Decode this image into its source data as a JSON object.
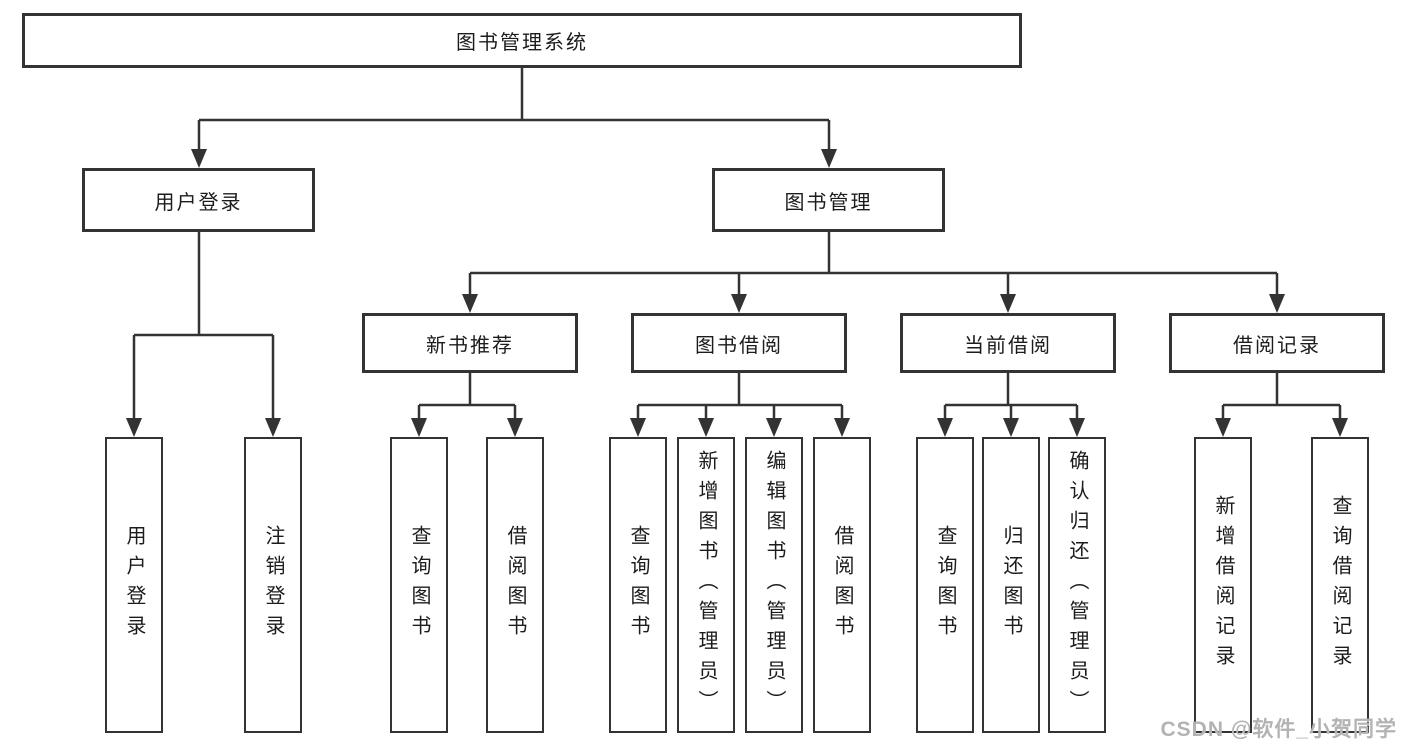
{
  "diagram": {
    "root": {
      "label": "图书管理系统"
    },
    "branches": [
      {
        "label": "用户登录",
        "children": [
          {
            "label": "用户登录"
          },
          {
            "label": "注销登录"
          }
        ]
      },
      {
        "label": "图书管理",
        "children": [
          {
            "label": "新书推荐",
            "children": [
              {
                "label": "查询图书"
              },
              {
                "label": "借阅图书"
              }
            ]
          },
          {
            "label": "图书借阅",
            "children": [
              {
                "label": "查询图书"
              },
              {
                "label": "新增图书（管理员）"
              },
              {
                "label": "编辑图书（管理员）"
              },
              {
                "label": "借阅图书"
              }
            ]
          },
          {
            "label": "当前借阅",
            "children": [
              {
                "label": "查询图书"
              },
              {
                "label": "归还图书"
              },
              {
                "label": "确认归还（管理员）"
              }
            ]
          },
          {
            "label": "借阅记录",
            "children": [
              {
                "label": "新增借阅记录"
              },
              {
                "label": "查询借阅记录"
              }
            ]
          }
        ]
      }
    ]
  },
  "watermark": {
    "text": "CSDN @软件_小贺同学"
  },
  "colors": {
    "line": "#333333",
    "box_border": "#333333",
    "text": "#1c1c1c",
    "watermark": "#b3b3b3",
    "background": "#ffffff"
  }
}
